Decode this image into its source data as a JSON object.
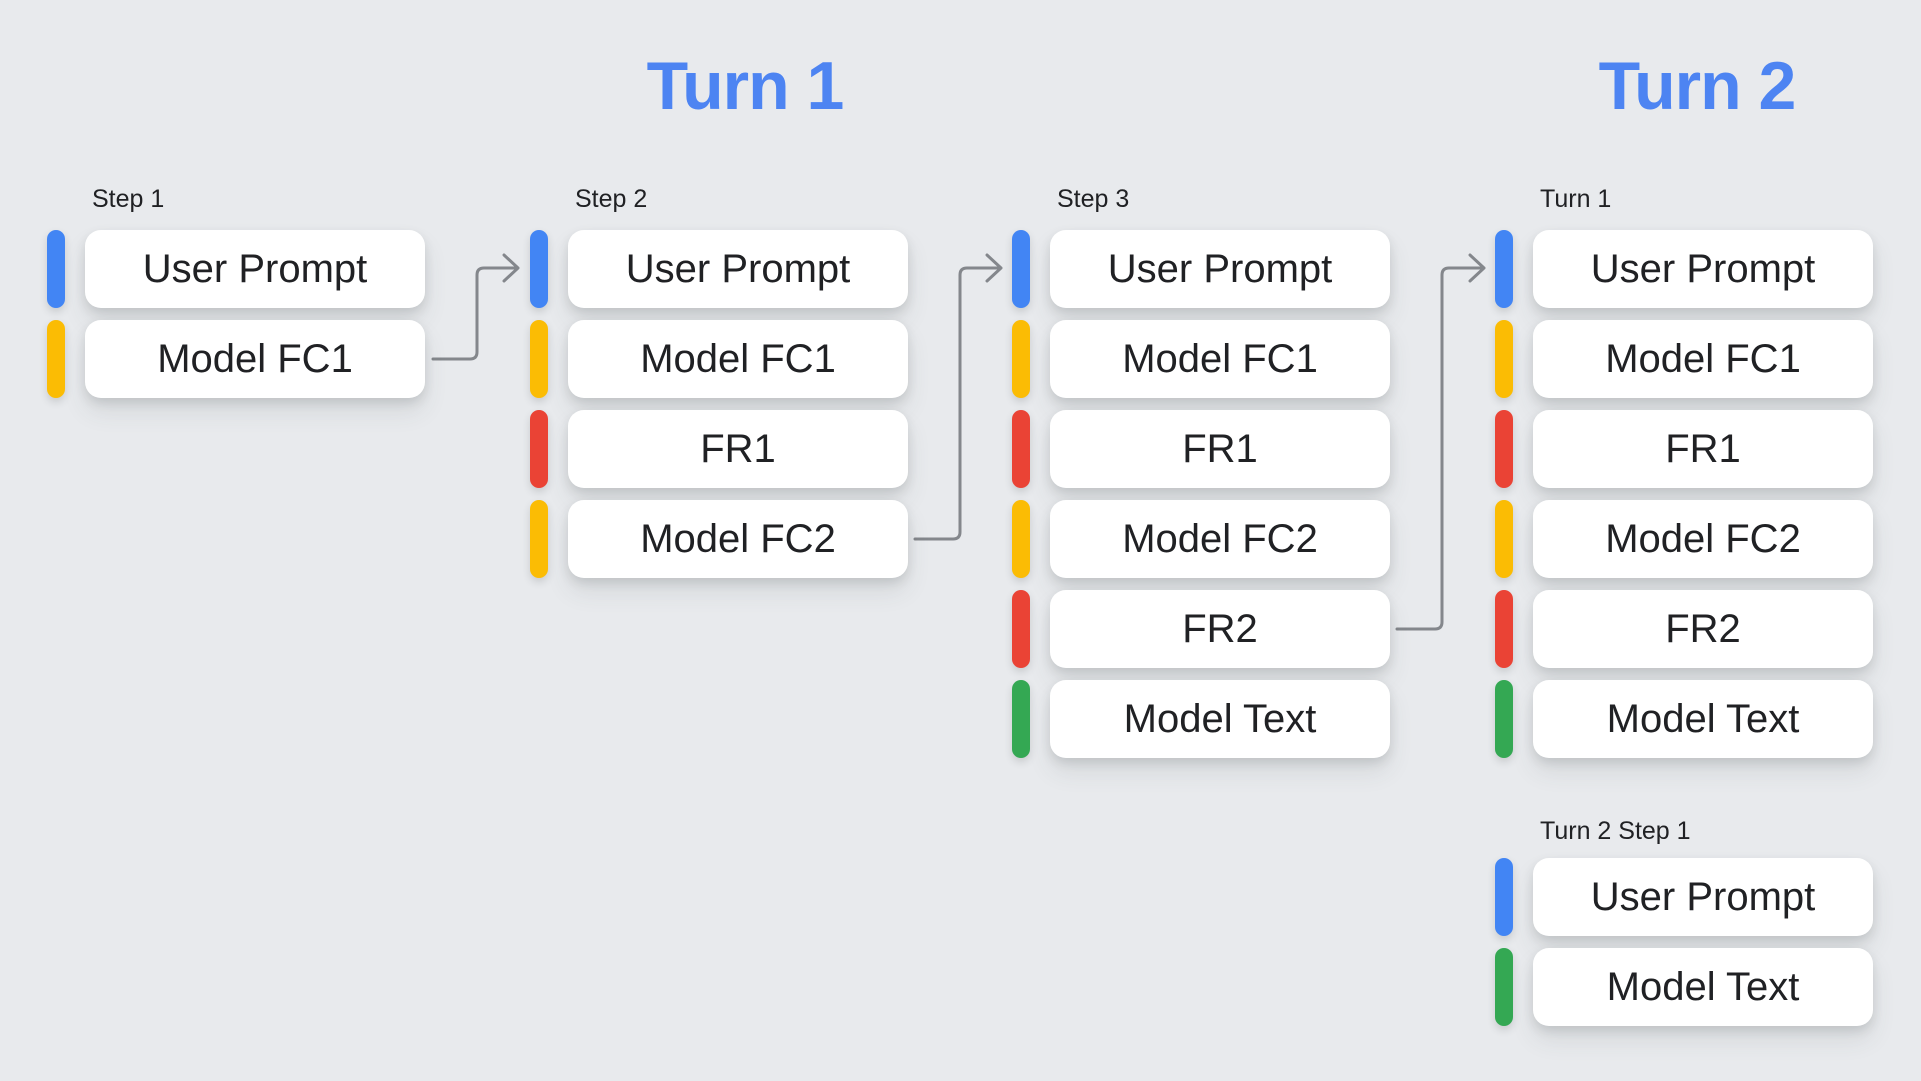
{
  "page": {
    "background": "#E8EAED"
  },
  "colors": {
    "blue": "#4285F4",
    "yellow": "#FBBC04",
    "red": "#EA4335",
    "green": "#34A853",
    "title": "#4D84F2",
    "arrow": "#84878C",
    "card_background": "#FFFFFF",
    "text": "#202124"
  },
  "titles": {
    "turn1": "Turn 1",
    "turn2": "Turn 2"
  },
  "groups": [
    {
      "label": "Step 1",
      "cards": [
        {
          "text": "User Prompt",
          "color": "blue"
        },
        {
          "text": "Model FC1",
          "color": "yellow"
        }
      ]
    },
    {
      "label": "Step 2",
      "cards": [
        {
          "text": "User Prompt",
          "color": "blue"
        },
        {
          "text": "Model FC1",
          "color": "yellow"
        },
        {
          "text": "FR1",
          "color": "red"
        },
        {
          "text": "Model FC2",
          "color": "yellow"
        }
      ]
    },
    {
      "label": "Step 3",
      "cards": [
        {
          "text": "User Prompt",
          "color": "blue"
        },
        {
          "text": "Model FC1",
          "color": "yellow"
        },
        {
          "text": "FR1",
          "color": "red"
        },
        {
          "text": "Model FC2",
          "color": "yellow"
        },
        {
          "text": "FR2",
          "color": "red"
        },
        {
          "text": "Model Text",
          "color": "green"
        }
      ]
    },
    {
      "label": "Turn 1",
      "cards": [
        {
          "text": "User Prompt",
          "color": "blue"
        },
        {
          "text": "Model FC1",
          "color": "yellow"
        },
        {
          "text": "FR1",
          "color": "red"
        },
        {
          "text": "Model FC2",
          "color": "yellow"
        },
        {
          "text": "FR2",
          "color": "red"
        },
        {
          "text": "Model Text",
          "color": "green"
        }
      ]
    },
    {
      "label": "Turn 2 Step 1",
      "cards": [
        {
          "text": "User Prompt",
          "color": "blue"
        },
        {
          "text": "Model Text",
          "color": "green"
        }
      ]
    }
  ],
  "arrows": [
    {
      "from": "Step 1 / Model FC1",
      "to": "Step 2 / User Prompt"
    },
    {
      "from": "Step 2 / Model FC2",
      "to": "Step 3 / User Prompt"
    },
    {
      "from": "Step 3 / FR2",
      "to": "Turn 1 / User Prompt"
    }
  ]
}
